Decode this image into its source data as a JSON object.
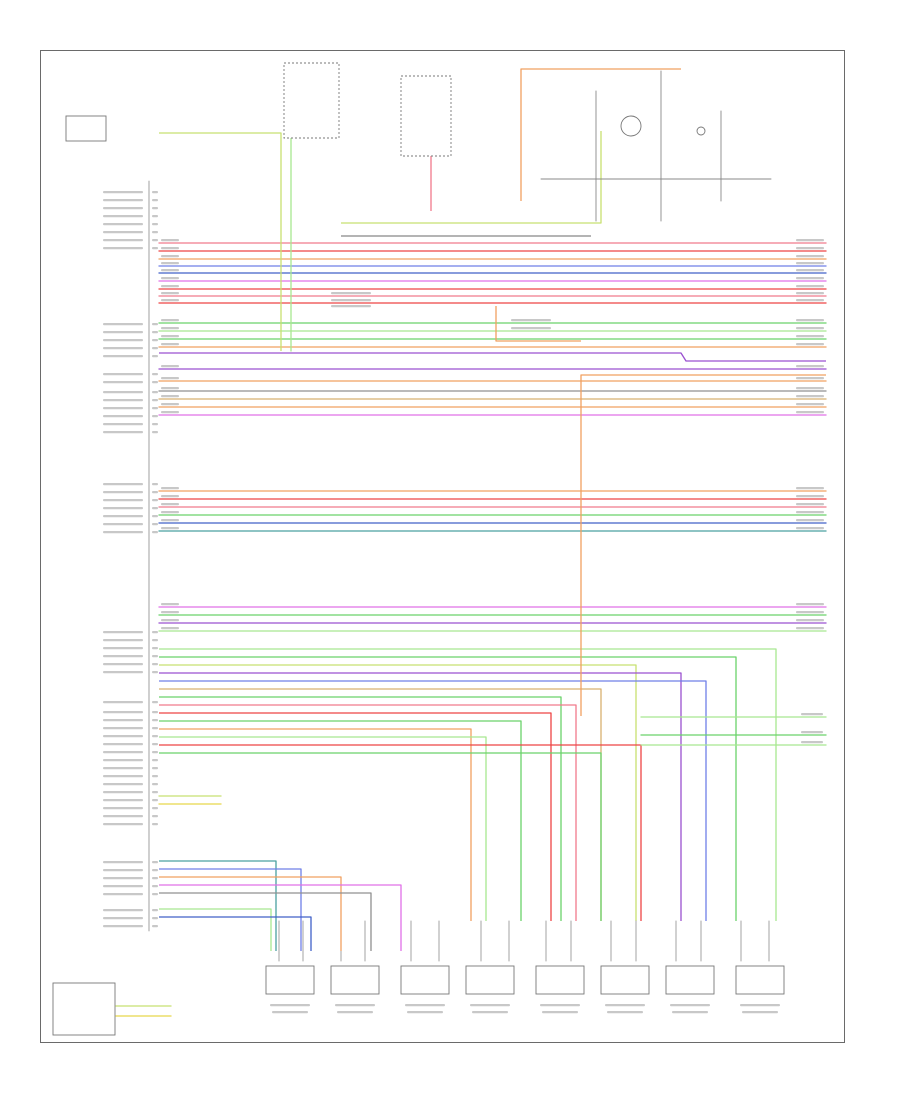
{
  "diagram": {
    "page_label": "",
    "colors": {
      "red": "#ee4444",
      "pink": "#f07a8c",
      "orange": "#f0a060",
      "blue": "#6f7fe8",
      "darkblue": "#4060c8",
      "green": "#6ad26a",
      "lightgreen": "#a8e890",
      "yellowgreen": "#c8e070",
      "purple": "#9a50d0",
      "violet": "#e070e8",
      "brown": "#b08040",
      "tan": "#d8b070",
      "gray": "#909090",
      "black": "#333333",
      "teal": "#4aa0a0"
    },
    "components": [
      {
        "id": "top-left-box",
        "kind": "box"
      },
      {
        "id": "center-module",
        "kind": "box"
      },
      {
        "id": "right-switch",
        "kind": "box"
      },
      {
        "id": "bottom-left-box",
        "kind": "box"
      },
      {
        "id": "sensor-1",
        "kind": "box"
      },
      {
        "id": "sensor-2",
        "kind": "box"
      },
      {
        "id": "sensor-3",
        "kind": "box"
      },
      {
        "id": "sensor-4",
        "kind": "box"
      },
      {
        "id": "sensor-5",
        "kind": "box"
      },
      {
        "id": "sensor-6",
        "kind": "box"
      },
      {
        "id": "sensor-7",
        "kind": "box"
      },
      {
        "id": "sensor-8",
        "kind": "box"
      }
    ],
    "wire_colors": [
      "red",
      "orange",
      "pink",
      "blue",
      "violet",
      "green",
      "lightgreen",
      "purple",
      "gray",
      "tan",
      "brown",
      "yellowgreen",
      "darkblue",
      "teal",
      "black"
    ]
  }
}
